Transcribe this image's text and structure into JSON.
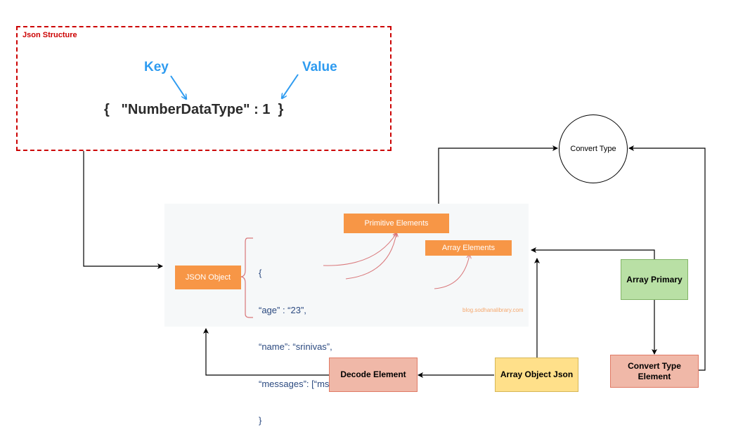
{
  "group": {
    "label": "Json Structure",
    "key_label": "Key",
    "value_label": "Value",
    "json_example": "{   \"NumberDataType\" : 1  }"
  },
  "image_panel": {
    "json_object_label": "JSON Object",
    "primitive_label": "Primitive Elements",
    "array_elements_label": "Array Elements",
    "code_lines": [
      "{",
      "“age” : “23”,",
      "“name”: “srinivas”,",
      "“messages”: [“msg1”, ”msg2”, ”msg3”]",
      "}"
    ],
    "watermark": "blog.sodhanalibrary.com"
  },
  "nodes": {
    "convert_type": "Convert Type",
    "array_primary": "Array Primary",
    "convert_type_element": "Convert Type Element",
    "array_object_json": "Array Object Json",
    "decode_element": "Decode Element"
  },
  "colors": {
    "group_border": "#cc0000",
    "accent_blue": "#2e9bf0",
    "orange": "#f79646",
    "green_fill": "#b9e0a5",
    "red_fill": "#f0b8a8",
    "yellow_fill": "#ffe08a"
  }
}
